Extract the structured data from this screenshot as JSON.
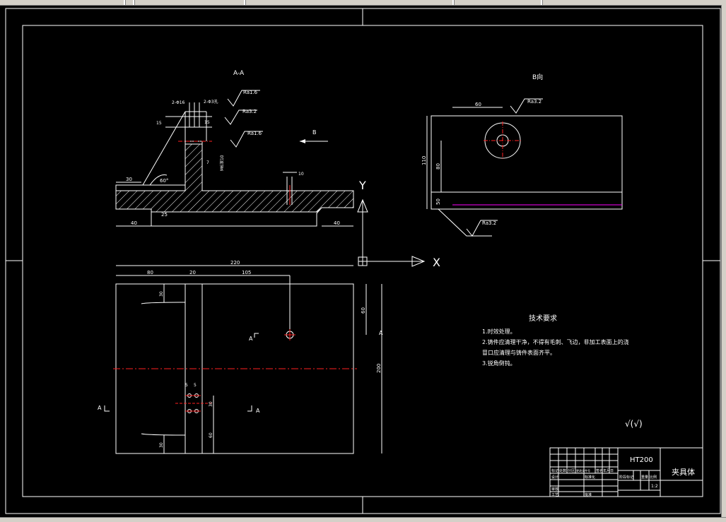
{
  "drawing": {
    "section_label": "A-A",
    "view_b_label": "B向",
    "arrow_b_label": "B",
    "section_mark": "A",
    "ucs": {
      "x_label": "X",
      "y_label": "Y"
    },
    "section_view": {
      "dims": {
        "d30": "30",
        "d40": "40",
        "d40_right": "40",
        "d25": "25",
        "d60deg": "60°",
        "d2xr16": "2-Φ16",
        "d2xr3": "2-Φ3孔",
        "d7": "7",
        "d15a": "15",
        "d15b": "15",
        "d8_4": "8.4",
        "vtext": "M6深10",
        "d10": "10"
      },
      "roughness": [
        "Ra1.6",
        "Ra3.2",
        "Ra1.6"
      ]
    },
    "b_view": {
      "dims": {
        "d60": "60",
        "d110": "110",
        "d80": "80",
        "d50": "50"
      },
      "roughness": [
        "Ra3.2",
        "Ra3.2"
      ]
    },
    "plan_view": {
      "dims": {
        "d220": "220",
        "d80": "80",
        "d20": "20",
        "d105": "105",
        "d30top": "30",
        "d60": "60",
        "d200": "200",
        "d30mid": "30",
        "d30bot": "30",
        "d60bot": "60",
        "d5a": "5",
        "d5b": "5"
      }
    },
    "tech_req": {
      "title": "技术要求",
      "lines": [
        "1.时效处理。",
        "2.铸件应清理干净，不得有毛刺、飞边，非加工表面上的浇",
        "冒口应清理与铸件表面齐平。",
        "3.锐角倒钝。"
      ]
    },
    "roughness_general": "√(√)",
    "title_block": {
      "material": "HT200",
      "part_name": "夹具体",
      "labels": [
        "标记",
        "处数",
        "分区",
        "更改文件号",
        "签名",
        "年月日",
        "设计",
        "标准化",
        "阶段标记",
        "重量",
        "比例",
        "审核",
        "工艺",
        "批准"
      ],
      "scale": "1:2"
    }
  },
  "colors": {
    "background": "#000000",
    "lines": "#ffffff",
    "centerline": "#ff2020",
    "magenta": "#ff00ff",
    "hatch": "#ffffff",
    "chrome": "#d4d0c8"
  }
}
